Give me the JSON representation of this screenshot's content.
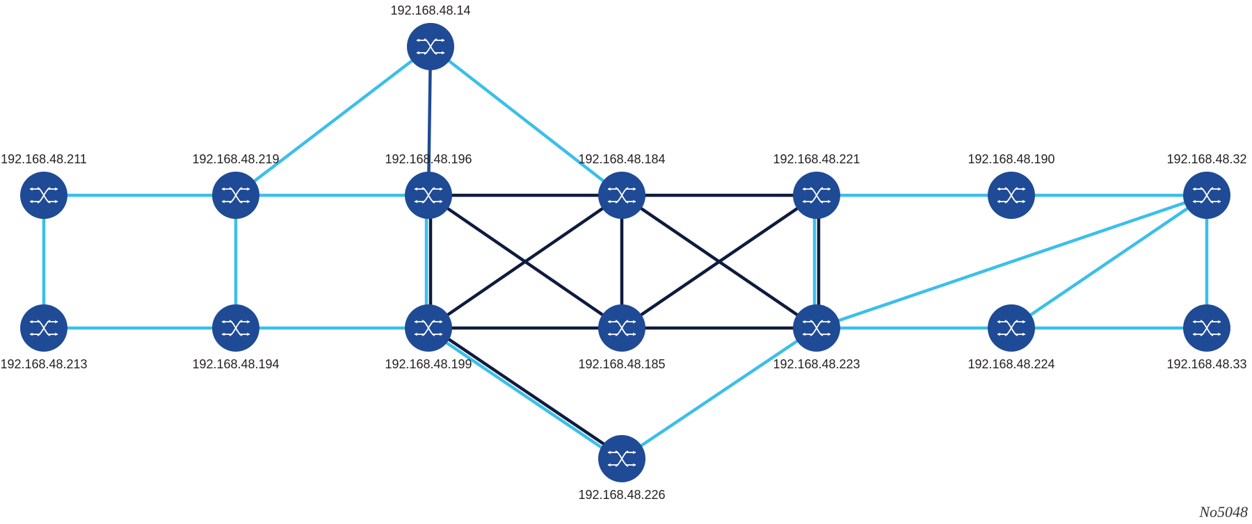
{
  "colors": {
    "light_link": "#3bbfea",
    "dark_link": "#0f1b3d",
    "medium_link": "#1f4a95",
    "node_fill": "#1f4a95",
    "icon": "#ffffff"
  },
  "nodes": [
    {
      "id": "n14",
      "label": "192.168.48.14"
    },
    {
      "id": "n211",
      "label": "192.168.48.211"
    },
    {
      "id": "n219",
      "label": "192.168.48.219"
    },
    {
      "id": "n196",
      "label": "192.168.48.196"
    },
    {
      "id": "n184",
      "label": "192.168.48.184"
    },
    {
      "id": "n221",
      "label": "192.168.48.221"
    },
    {
      "id": "n190",
      "label": "192.168.48.190"
    },
    {
      "id": "n32",
      "label": "192.168.48.32"
    },
    {
      "id": "n213",
      "label": "192.168.48.213"
    },
    {
      "id": "n194",
      "label": "192.168.48.194"
    },
    {
      "id": "n199",
      "label": "192.168.48.199"
    },
    {
      "id": "n185",
      "label": "192.168.48.185"
    },
    {
      "id": "n223",
      "label": "192.168.48.223"
    },
    {
      "id": "n224",
      "label": "192.168.48.224"
    },
    {
      "id": "n33",
      "label": "192.168.48.33"
    },
    {
      "id": "n226",
      "label": "192.168.48.226"
    }
  ],
  "links": [
    {
      "from": "n14",
      "to": "n219",
      "type": "light"
    },
    {
      "from": "n14",
      "to": "n184",
      "type": "light"
    },
    {
      "from": "n14",
      "to": "n196",
      "type": "medium"
    },
    {
      "from": "n211",
      "to": "n219",
      "type": "light"
    },
    {
      "from": "n219",
      "to": "n196",
      "type": "light"
    },
    {
      "from": "n211",
      "to": "n213",
      "type": "light"
    },
    {
      "from": "n219",
      "to": "n194",
      "type": "light"
    },
    {
      "from": "n213",
      "to": "n194",
      "type": "light"
    },
    {
      "from": "n194",
      "to": "n199",
      "type": "light"
    },
    {
      "from": "n196",
      "to": "n199",
      "type": "double"
    },
    {
      "from": "n196",
      "to": "n184",
      "type": "dark"
    },
    {
      "from": "n184",
      "to": "n221",
      "type": "dark"
    },
    {
      "from": "n199",
      "to": "n185",
      "type": "dark"
    },
    {
      "from": "n185",
      "to": "n223",
      "type": "dark"
    },
    {
      "from": "n196",
      "to": "n185",
      "type": "dark"
    },
    {
      "from": "n184",
      "to": "n199",
      "type": "dark"
    },
    {
      "from": "n184",
      "to": "n185",
      "type": "dark"
    },
    {
      "from": "n184",
      "to": "n223",
      "type": "dark"
    },
    {
      "from": "n221",
      "to": "n185",
      "type": "dark"
    },
    {
      "from": "n221",
      "to": "n223",
      "type": "double"
    },
    {
      "from": "n199",
      "to": "n226",
      "type": "double"
    },
    {
      "from": "n226",
      "to": "n223",
      "type": "light"
    },
    {
      "from": "n221",
      "to": "n190",
      "type": "light"
    },
    {
      "from": "n190",
      "to": "n32",
      "type": "light"
    },
    {
      "from": "n32",
      "to": "n223",
      "type": "light"
    },
    {
      "from": "n32",
      "to": "n224",
      "type": "light"
    },
    {
      "from": "n32",
      "to": "n33",
      "type": "light"
    },
    {
      "from": "n223",
      "to": "n224",
      "type": "light"
    },
    {
      "from": "n224",
      "to": "n33",
      "type": "light"
    }
  ],
  "figure_id": "No5048"
}
